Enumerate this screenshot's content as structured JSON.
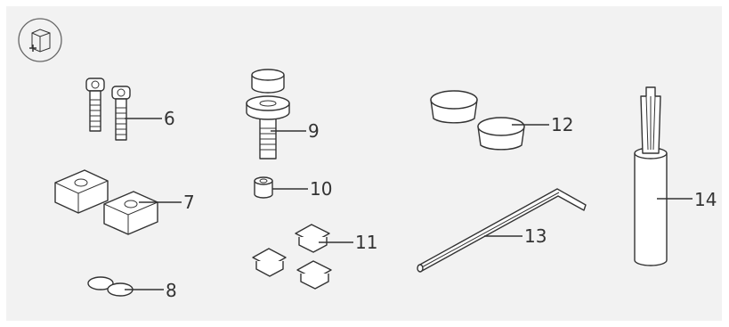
{
  "header": {
    "icon": "box-plus-icon"
  },
  "parts": [
    {
      "number": "6",
      "icon": "screw-pair-icon"
    },
    {
      "number": "7",
      "icon": "square-block-pair-icon"
    },
    {
      "number": "8",
      "icon": "washer-pair-icon"
    },
    {
      "number": "9",
      "icon": "bolt-with-spacer-icon"
    },
    {
      "number": "10",
      "icon": "short-sleeve-icon"
    },
    {
      "number": "11",
      "icon": "square-cap-set-icon"
    },
    {
      "number": "12",
      "icon": "round-cap-pair-icon"
    },
    {
      "number": "13",
      "icon": "hex-key-icon"
    },
    {
      "number": "14",
      "icon": "mounting-tool-icon"
    }
  ],
  "colors": {
    "background": "#f2f2f2",
    "line": "#333333"
  }
}
